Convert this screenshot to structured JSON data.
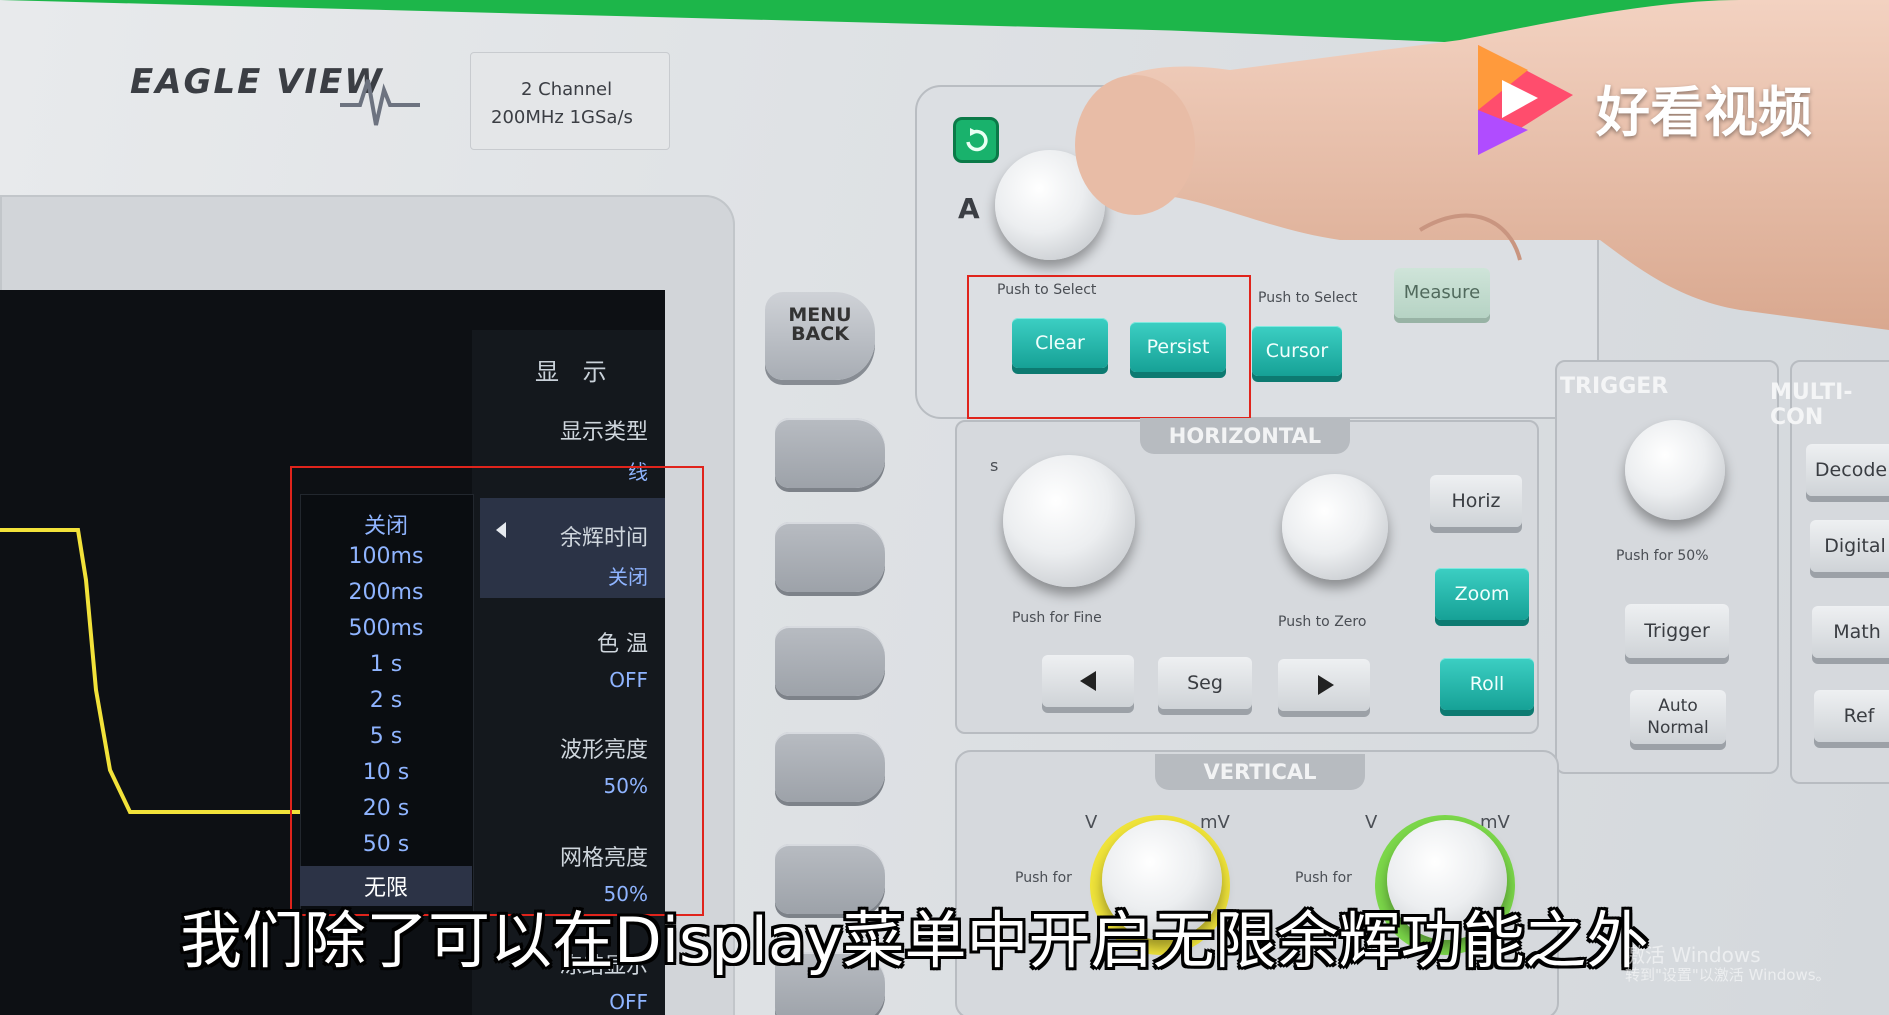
{
  "brand": {
    "logo_text": "EAGLE VIEW",
    "model_line1": "2 Channel",
    "model_line2": "200MHz  1GSa/s"
  },
  "screen_menu": {
    "header": "显 示",
    "items": [
      {
        "label": "显示类型",
        "value": "线"
      },
      {
        "label": "余辉时间",
        "value": "关闭"
      },
      {
        "label": "色 温",
        "value": "OFF"
      },
      {
        "label": "波形亮度",
        "value": "50%"
      },
      {
        "label": "网格亮度",
        "value": "50%"
      },
      {
        "label": "冻结显示",
        "value": "OFF"
      }
    ],
    "persist_options": [
      "关闭",
      "100ms",
      "200ms",
      "500ms",
      "1 s",
      "2 s",
      "5 s",
      "10 s",
      "20 s",
      "50 s",
      "无限"
    ],
    "selected_option": "无限"
  },
  "front_panel": {
    "menu_back": {
      "line1": "MENU",
      "line2": "BACK"
    },
    "knob_a_label": "A",
    "push_to_select_1": "Push to Select",
    "push_to_select_2": "Push to Select",
    "buttons_top": {
      "clear": "Clear",
      "persist": "Persist",
      "cursor": "Cursor",
      "measure": "Measure"
    },
    "horizontal": {
      "title": "HORIZONTAL",
      "s_label": "s",
      "push_fine": "Push for Fine",
      "push_zero": "Push to Zero",
      "horiz": "Horiz",
      "zoom": "Zoom",
      "roll": "Roll",
      "seg": "Seg"
    },
    "trigger": {
      "title": "TRIGGER",
      "push_50": "Push for 50%",
      "trigger_btn": "Trigger",
      "auto_line1": "Auto",
      "auto_line2": "Normal"
    },
    "multi": {
      "title": "MULTI-CON",
      "decode": "Decode",
      "digital": "Digital",
      "math": "Math",
      "ref": "Ref"
    },
    "vertical": {
      "title": "VERTICAL",
      "v1": "V",
      "mv1": "mV",
      "v2": "V",
      "mv2": "mV",
      "push_for_1": "Push for",
      "push_for_2": "Push for"
    }
  },
  "watermark": {
    "text": "好看视频"
  },
  "subtitle": "我们除了可以在Display菜单中开启无限余辉功能之外",
  "activation": {
    "line1": "激活 Windows",
    "line2": "转到\"设置\"以激活 Windows。"
  },
  "colors": {
    "accent_red": "#e0241c",
    "teal": "#1fb3a7",
    "waveform": "#f2e23a",
    "backdrop": "#1db64a"
  }
}
